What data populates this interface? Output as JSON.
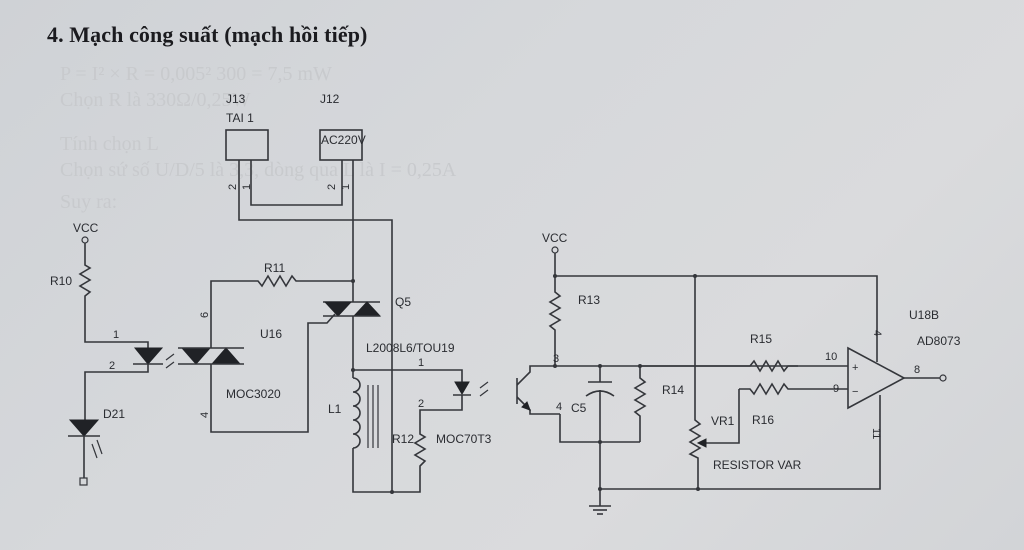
{
  "page": {
    "title": "4. Mạch công suất (mạch hồi tiếp)"
  },
  "ghost_text": [
    "P = I² × R = 0,005² 300 = 7,5 mW",
    "Chọn R là 330Ω/0,25W",
    "Tính chọn L",
    "Chọn sứ số U/D/5 là 3,3, dòng qua L là I = 0,25A",
    "Suy ra:"
  ],
  "components": {
    "j13": {
      "ref": "J13",
      "value": "TAI 1",
      "pins": [
        "2",
        "1"
      ]
    },
    "j12": {
      "ref": "J12",
      "value": "AC220V",
      "pins": [
        "2",
        "1"
      ]
    },
    "vcc_left": "VCC",
    "vcc_right": "VCC",
    "r10": "R10",
    "r11": "R11",
    "r12": "R12",
    "r13": "R13",
    "r14": "R14",
    "r15": "R15",
    "r16": "R16",
    "d21": "D21",
    "u16": {
      "ref": "U16",
      "part": "MOC3020",
      "pins": [
        "1",
        "2",
        "6",
        "4"
      ]
    },
    "q5": {
      "ref": "Q5",
      "part": "L2008L6/TOU19"
    },
    "l1": "L1",
    "moc70t3": {
      "part": "MOC70T3",
      "pins": [
        "1",
        "2",
        "3",
        "4"
      ]
    },
    "c5": "C5",
    "vr1": {
      "ref": "VR1",
      "value": "RESISTOR VAR"
    },
    "u18b": {
      "ref": "U18B",
      "part": "AD8073",
      "pins": [
        "10",
        "9",
        "8",
        "4",
        "11"
      ]
    }
  }
}
